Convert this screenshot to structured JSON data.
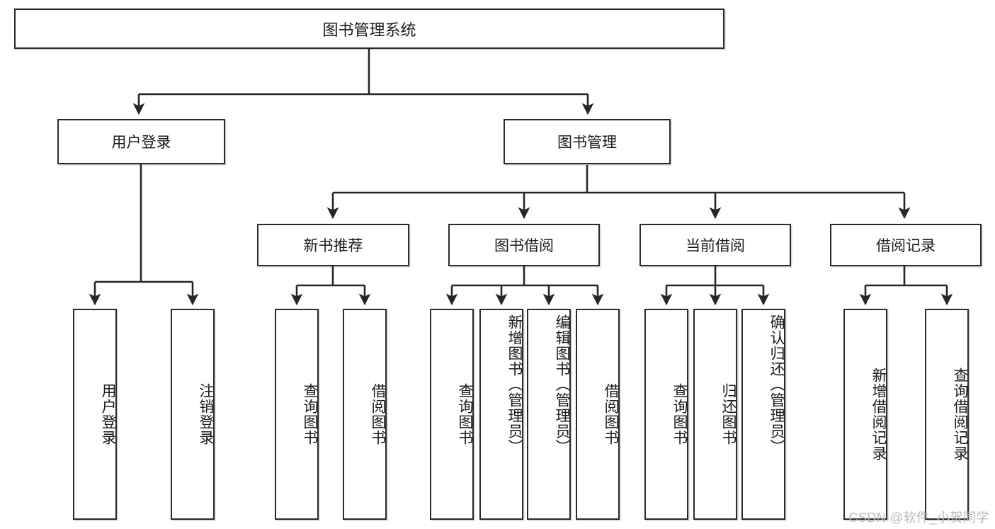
{
  "diagram": {
    "title": "图书管理系统",
    "type": "functional-decomposition-tree",
    "root": {
      "id": "root",
      "label": "图书管理系统"
    },
    "level2": [
      {
        "id": "user-login",
        "label": "用户登录"
      },
      {
        "id": "book-manage",
        "label": "图书管理"
      }
    ],
    "level3": [
      {
        "id": "new-book-rec",
        "label": "新书推荐",
        "parent": "book-manage"
      },
      {
        "id": "book-borrow",
        "label": "图书借阅",
        "parent": "book-manage"
      },
      {
        "id": "current-borrow",
        "label": "当前借阅",
        "parent": "book-manage"
      },
      {
        "id": "borrow-record",
        "label": "借阅记录",
        "parent": "book-manage"
      }
    ],
    "leaves": [
      {
        "id": "leaf-user-login",
        "label": "用户登录",
        "parent": "user-login"
      },
      {
        "id": "leaf-logout",
        "label": "注销登录",
        "parent": "user-login"
      },
      {
        "id": "leaf-query-book-1",
        "label": "查询图书",
        "parent": "new-book-rec"
      },
      {
        "id": "leaf-borrow-book-1",
        "label": "借阅图书",
        "parent": "new-book-rec"
      },
      {
        "id": "leaf-query-book-2",
        "label": "查询图书",
        "parent": "book-borrow"
      },
      {
        "id": "leaf-add-book",
        "label": "新增图书（管理员）",
        "parent": "book-borrow"
      },
      {
        "id": "leaf-edit-book",
        "label": "编辑图书（管理员）",
        "parent": "book-borrow"
      },
      {
        "id": "leaf-borrow-book-2",
        "label": "借阅图书",
        "parent": "book-borrow"
      },
      {
        "id": "leaf-query-book-3",
        "label": "查询图书",
        "parent": "current-borrow"
      },
      {
        "id": "leaf-return-book",
        "label": "归还图书",
        "parent": "current-borrow"
      },
      {
        "id": "leaf-confirm-return",
        "label": "确认归还（管理员）",
        "parent": "current-borrow"
      },
      {
        "id": "leaf-add-record",
        "label": "新增借阅记录",
        "parent": "borrow-record"
      },
      {
        "id": "leaf-query-record",
        "label": "查询借阅记录",
        "parent": "borrow-record"
      }
    ],
    "watermark": "CSDN @软件_小贺同学",
    "colors": {
      "background": "#ffffff",
      "box_border": "#2b2b2b",
      "box_fill": "#ffffff",
      "connector": "#262626",
      "text": "#1a1a1a",
      "watermark": "#b9b9b9"
    }
  }
}
